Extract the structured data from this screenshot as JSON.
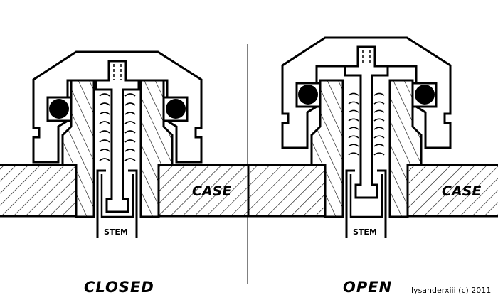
{
  "panels": [
    {
      "state_label": "CLOSED",
      "case_label": "CASE",
      "stem_label": "STEM"
    },
    {
      "state_label": "OPEN",
      "case_label": "CASE",
      "stem_label": "STEM"
    }
  ],
  "credit": "lysanderxiii (c) 2011",
  "colors": {
    "ink": "#000000",
    "paper": "#ffffff"
  }
}
